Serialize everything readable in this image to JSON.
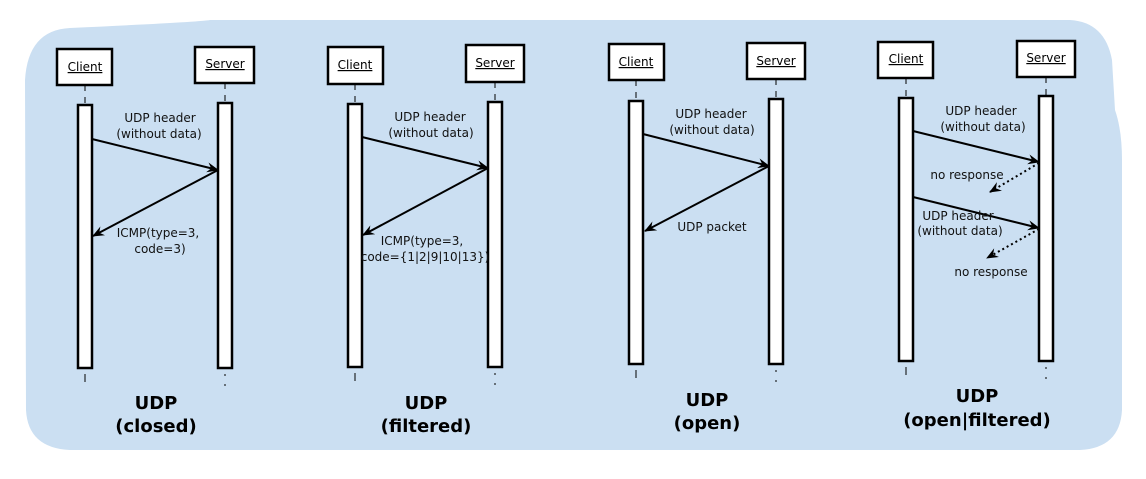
{
  "colors": {
    "background": "#cbdff2",
    "line": "#000000"
  },
  "panels": [
    {
      "client": "Client",
      "server": "Server",
      "msg1": [
        "UDP header",
        "(without data)"
      ],
      "reply": [
        "ICMP(type=3,",
        "code=3)"
      ],
      "title": [
        "UDP",
        "(closed)"
      ]
    },
    {
      "client": "Client",
      "server": "Server",
      "msg1": [
        "UDP header",
        "(without data)"
      ],
      "reply": [
        "ICMP(type=3,",
        "code={1|2|9|10|13})"
      ],
      "title": [
        "UDP",
        "(filtered)"
      ]
    },
    {
      "client": "Client",
      "server": "Server",
      "msg1": [
        "UDP header",
        "(without data)"
      ],
      "reply": [
        "UDP packet"
      ],
      "title": [
        "UDP",
        "(open)"
      ]
    },
    {
      "client": "Client",
      "server": "Server",
      "msg1": [
        "UDP header",
        "(without data)"
      ],
      "noresp1": "no response",
      "msg2": [
        "UDP header",
        "(without data)"
      ],
      "noresp2": "no response",
      "title": [
        "UDP",
        "(open|filtered)"
      ]
    }
  ]
}
